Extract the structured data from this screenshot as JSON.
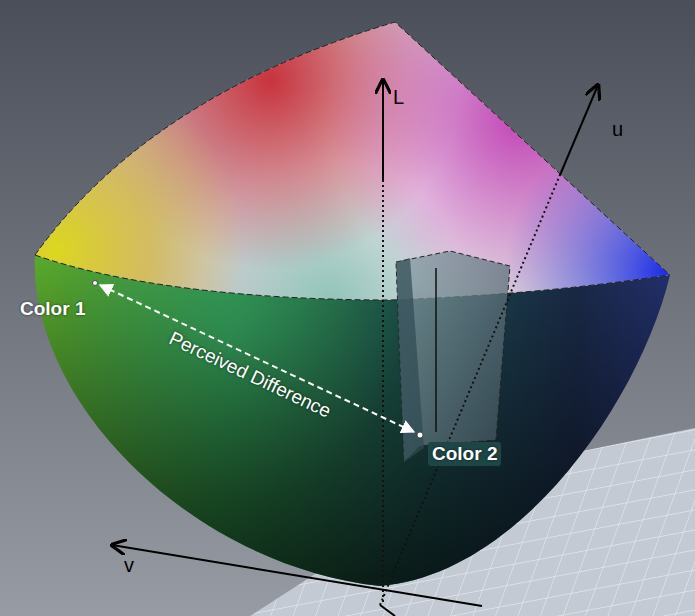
{
  "diagram": {
    "labels": [
      "L",
      "u",
      "v",
      "Color 1",
      "Perceived Difference",
      "Color 2"
    ]
  }
}
